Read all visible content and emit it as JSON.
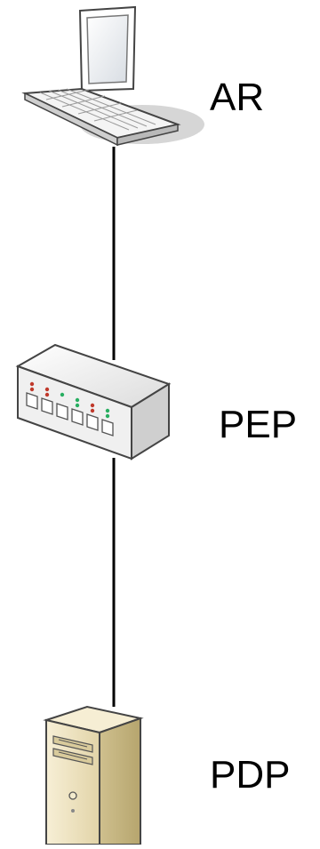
{
  "nodes": [
    {
      "label": "AR",
      "icon": "laptop-icon"
    },
    {
      "label": "PEP",
      "icon": "network-switch-icon"
    },
    {
      "label": "PDP",
      "icon": "server-tower-icon"
    }
  ],
  "colors": {
    "link": "#000000",
    "device_body": "#f2f2f2",
    "device_edge": "#555555",
    "server_body": "#ede3c6",
    "shadow": "#d2d2d2"
  }
}
